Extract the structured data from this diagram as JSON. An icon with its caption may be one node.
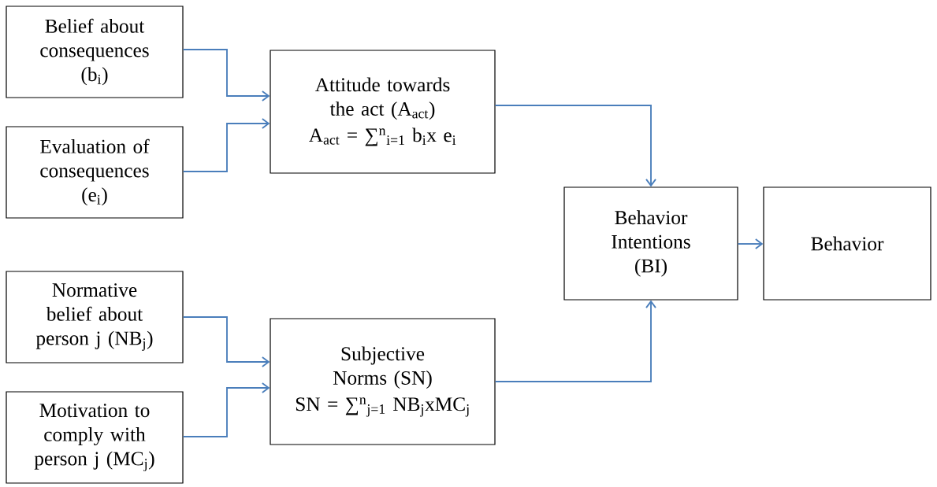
{
  "diagram": {
    "nodes": [
      {
        "text": [
          "Belief about consequences (b$_{i}$)"
        ]
      },
      {
        "text": [
          "Evaluation of consequences (e$_{i}$)"
        ]
      },
      {
        "text": [
          "Attitude towards the act (A$_{act}$)",
          "A$_{act}$ = ∑$^{n}$$_{i=1}$ b$_{i}$x e$_{i}$"
        ]
      },
      {
        "text": [
          "Normative belief about person j (NB$_{j}$)"
        ]
      },
      {
        "text": [
          "Motivation to comply with person j (MC$_{j}$)"
        ]
      },
      {
        "text": [
          "Subjective Norms (SN)",
          "SN = ∑$^{n}$$_{j=1}$ NB$_{j}$xMC$_{j}$"
        ]
      },
      {
        "text": [
          "Behavior Intentions (BI)"
        ]
      },
      {
        "text": [
          "Behavior"
        ]
      }
    ],
    "edges": [
      {
        "from": 0,
        "to": 2,
        "arrow": "to"
      },
      {
        "from": 1,
        "to": 2,
        "arrow": "to"
      },
      {
        "from": 3,
        "to": 5,
        "arrow": "to"
      },
      {
        "from": 4,
        "to": 5,
        "arrow": "to"
      },
      {
        "from": 2,
        "to": 6,
        "arrow": "to"
      },
      {
        "from": 5,
        "to": 6,
        "arrow": "to"
      },
      {
        "from": 6,
        "to": 7,
        "arrow": "to"
      }
    ]
  }
}
